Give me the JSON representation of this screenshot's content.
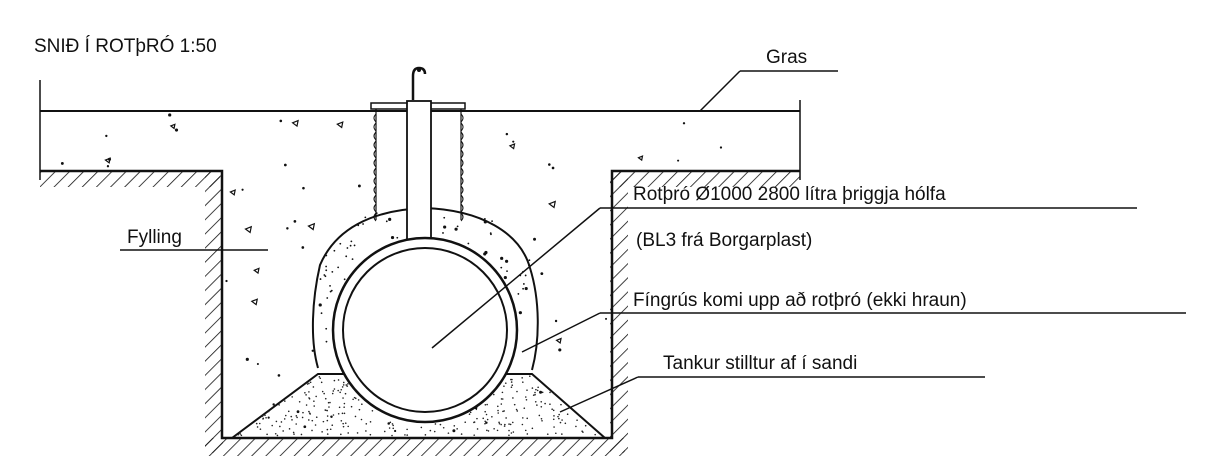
{
  "title": "SNIÐ Í ROTþRÓ 1:50",
  "labels": {
    "gras": "Gras",
    "fylling": "Fylling",
    "rotthro_line1": "Rotþró Ø1000 2800 lítra þriggja hólfa",
    "rotthro_line2": "(BL3 frá Borgarplast)",
    "fingrus": "Fíngrús komi upp að rotþró (ekki hraun)",
    "tankur": "Tankur stilltur af í sandi"
  },
  "colors": {
    "ink": "#111111",
    "background": "#ffffff"
  }
}
